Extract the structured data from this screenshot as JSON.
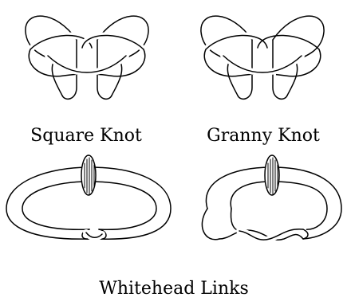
{
  "captions": {
    "square_knot": "Square Knot",
    "granny_knot": "Granny Knot",
    "whitehead_links": "Whitehead Links"
  }
}
